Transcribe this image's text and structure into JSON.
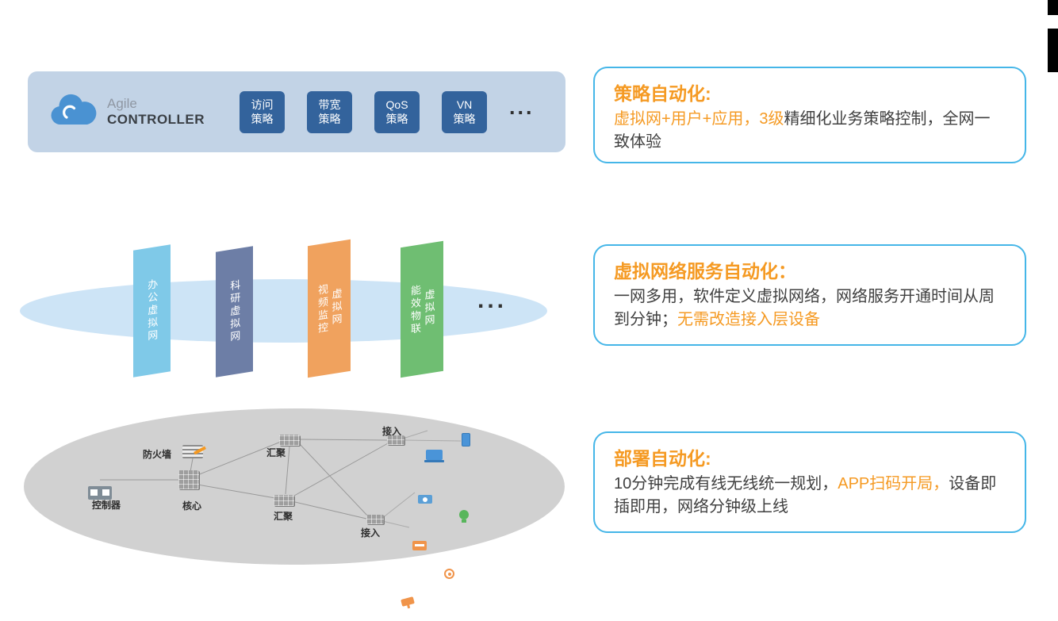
{
  "controller_panel": {
    "brand_top": "Agile",
    "brand_bottom": "CONTROLLER",
    "policies": [
      {
        "line1": "访问",
        "line2": "策略"
      },
      {
        "line1": "带宽",
        "line2": "策略"
      },
      {
        "line1": "QoS",
        "line2": "策略"
      },
      {
        "line1": "VN",
        "line2": "策略"
      }
    ],
    "ellipsis": "..."
  },
  "virtual_network_layer": {
    "strips": [
      {
        "lines": [
          "办公虚拟网",
          ""
        ],
        "color": "#7fc9e8"
      },
      {
        "lines": [
          "科研虚拟网",
          ""
        ],
        "color": "#6d7ea6"
      },
      {
        "lines": [
          "视频监控",
          "虚拟网"
        ],
        "color": "#f0a25e"
      },
      {
        "lines": [
          "能效物联",
          "虚拟网"
        ],
        "color": "#6fbe72"
      }
    ],
    "ellipsis": "..."
  },
  "topology": {
    "labels": {
      "firewall": "防火墙",
      "controller": "控制器",
      "core": "核心",
      "agg_top": "汇聚",
      "agg_bottom": "汇聚",
      "access_top": "接入",
      "access_bottom": "接入"
    },
    "device_icons": [
      "laptop-icon",
      "phone-icon",
      "camera-icon",
      "bulb-icon",
      "printer-icon",
      "ap-icon",
      "cctv-icon"
    ]
  },
  "info_boxes": [
    {
      "title": "策略自动化:",
      "segments": [
        {
          "text": "虚拟网+用户+应用，3级",
          "highlight": true
        },
        {
          "text": "精细化业务策略控制，全网一致体验",
          "highlight": false
        }
      ]
    },
    {
      "title": "虚拟网络服务自动化：",
      "segments": [
        {
          "text": "一网多用，软件定义虚拟网络，网络服务开通时间从周到分钟；",
          "highlight": false
        },
        {
          "text": "无需改造接入层设备",
          "highlight": true
        }
      ]
    },
    {
      "title": "部署自动化:",
      "segments": [
        {
          "text": "10分钟完成有线无线统一规划，",
          "highlight": false
        },
        {
          "text": "APP扫码开局，",
          "highlight": true
        },
        {
          "text": "设备即插即用，网络分钟级上线",
          "highlight": false
        }
      ]
    }
  ],
  "colors": {
    "accent_orange": "#f59a23",
    "info_border_blue": "#45b6e8",
    "controller_panel_bg": "#c2d3e6",
    "policy_chip_blue": "#33639c",
    "vn_ellipse_blue": "#cde4f6",
    "topology_ellipse_gray": "#d1d1d1",
    "vn_office_blue": "#7fc9e8",
    "vn_research_slate": "#6d7ea6",
    "vn_video_orange": "#f0a25e",
    "vn_energy_green": "#6fbe72",
    "body_text": "#404040"
  }
}
